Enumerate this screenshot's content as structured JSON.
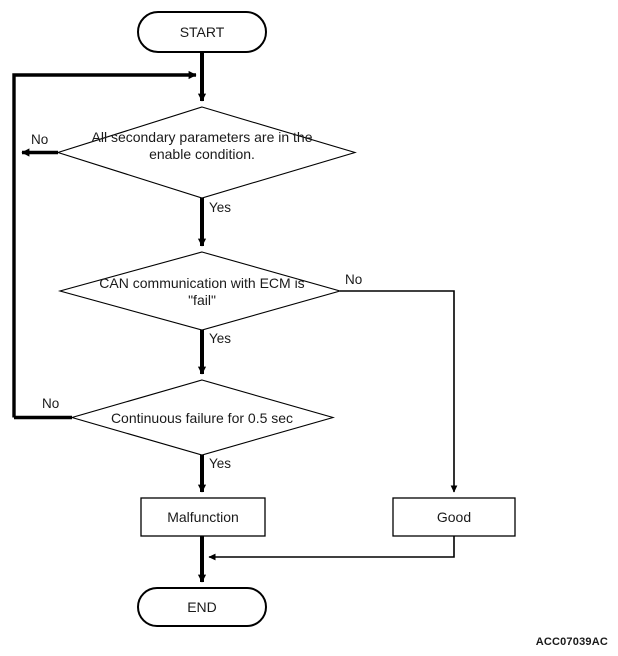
{
  "diagram": {
    "title": "",
    "figure_code": "ACC07039AC",
    "type": "flowchart",
    "stroke_color": "#000000",
    "fill_color": "#ffffff",
    "nodes": [
      {
        "id": "start",
        "shape": "terminator",
        "label": "START"
      },
      {
        "id": "d1",
        "shape": "decision",
        "label": "All secondary parameters\nare in the enable condition."
      },
      {
        "id": "d2",
        "shape": "decision",
        "label": "CAN communication with\nECM is \"fail\""
      },
      {
        "id": "d3",
        "shape": "decision",
        "label": "Continuous failure\nfor 0.5 sec"
      },
      {
        "id": "malfunction",
        "shape": "process",
        "label": "Malfunction"
      },
      {
        "id": "good",
        "shape": "process",
        "label": "Good"
      },
      {
        "id": "end",
        "shape": "terminator",
        "label": "END"
      }
    ],
    "branch_labels": {
      "d1_no": "No",
      "d1_yes": "Yes",
      "d2_no": "No",
      "d2_yes": "Yes",
      "d3_no": "No",
      "d3_yes": "Yes"
    },
    "edges": [
      {
        "from": "start",
        "to": "d1",
        "label": ""
      },
      {
        "from": "d1",
        "to": "loop",
        "label": "No"
      },
      {
        "from": "d1",
        "to": "d2",
        "label": "Yes"
      },
      {
        "from": "d2",
        "to": "good",
        "label": "No"
      },
      {
        "from": "d2",
        "to": "d3",
        "label": "Yes"
      },
      {
        "from": "d3",
        "to": "loop",
        "label": "No"
      },
      {
        "from": "d3",
        "to": "malfunction",
        "label": "Yes"
      },
      {
        "from": "malfunction",
        "to": "end",
        "label": ""
      },
      {
        "from": "good",
        "to": "end",
        "label": ""
      }
    ]
  }
}
